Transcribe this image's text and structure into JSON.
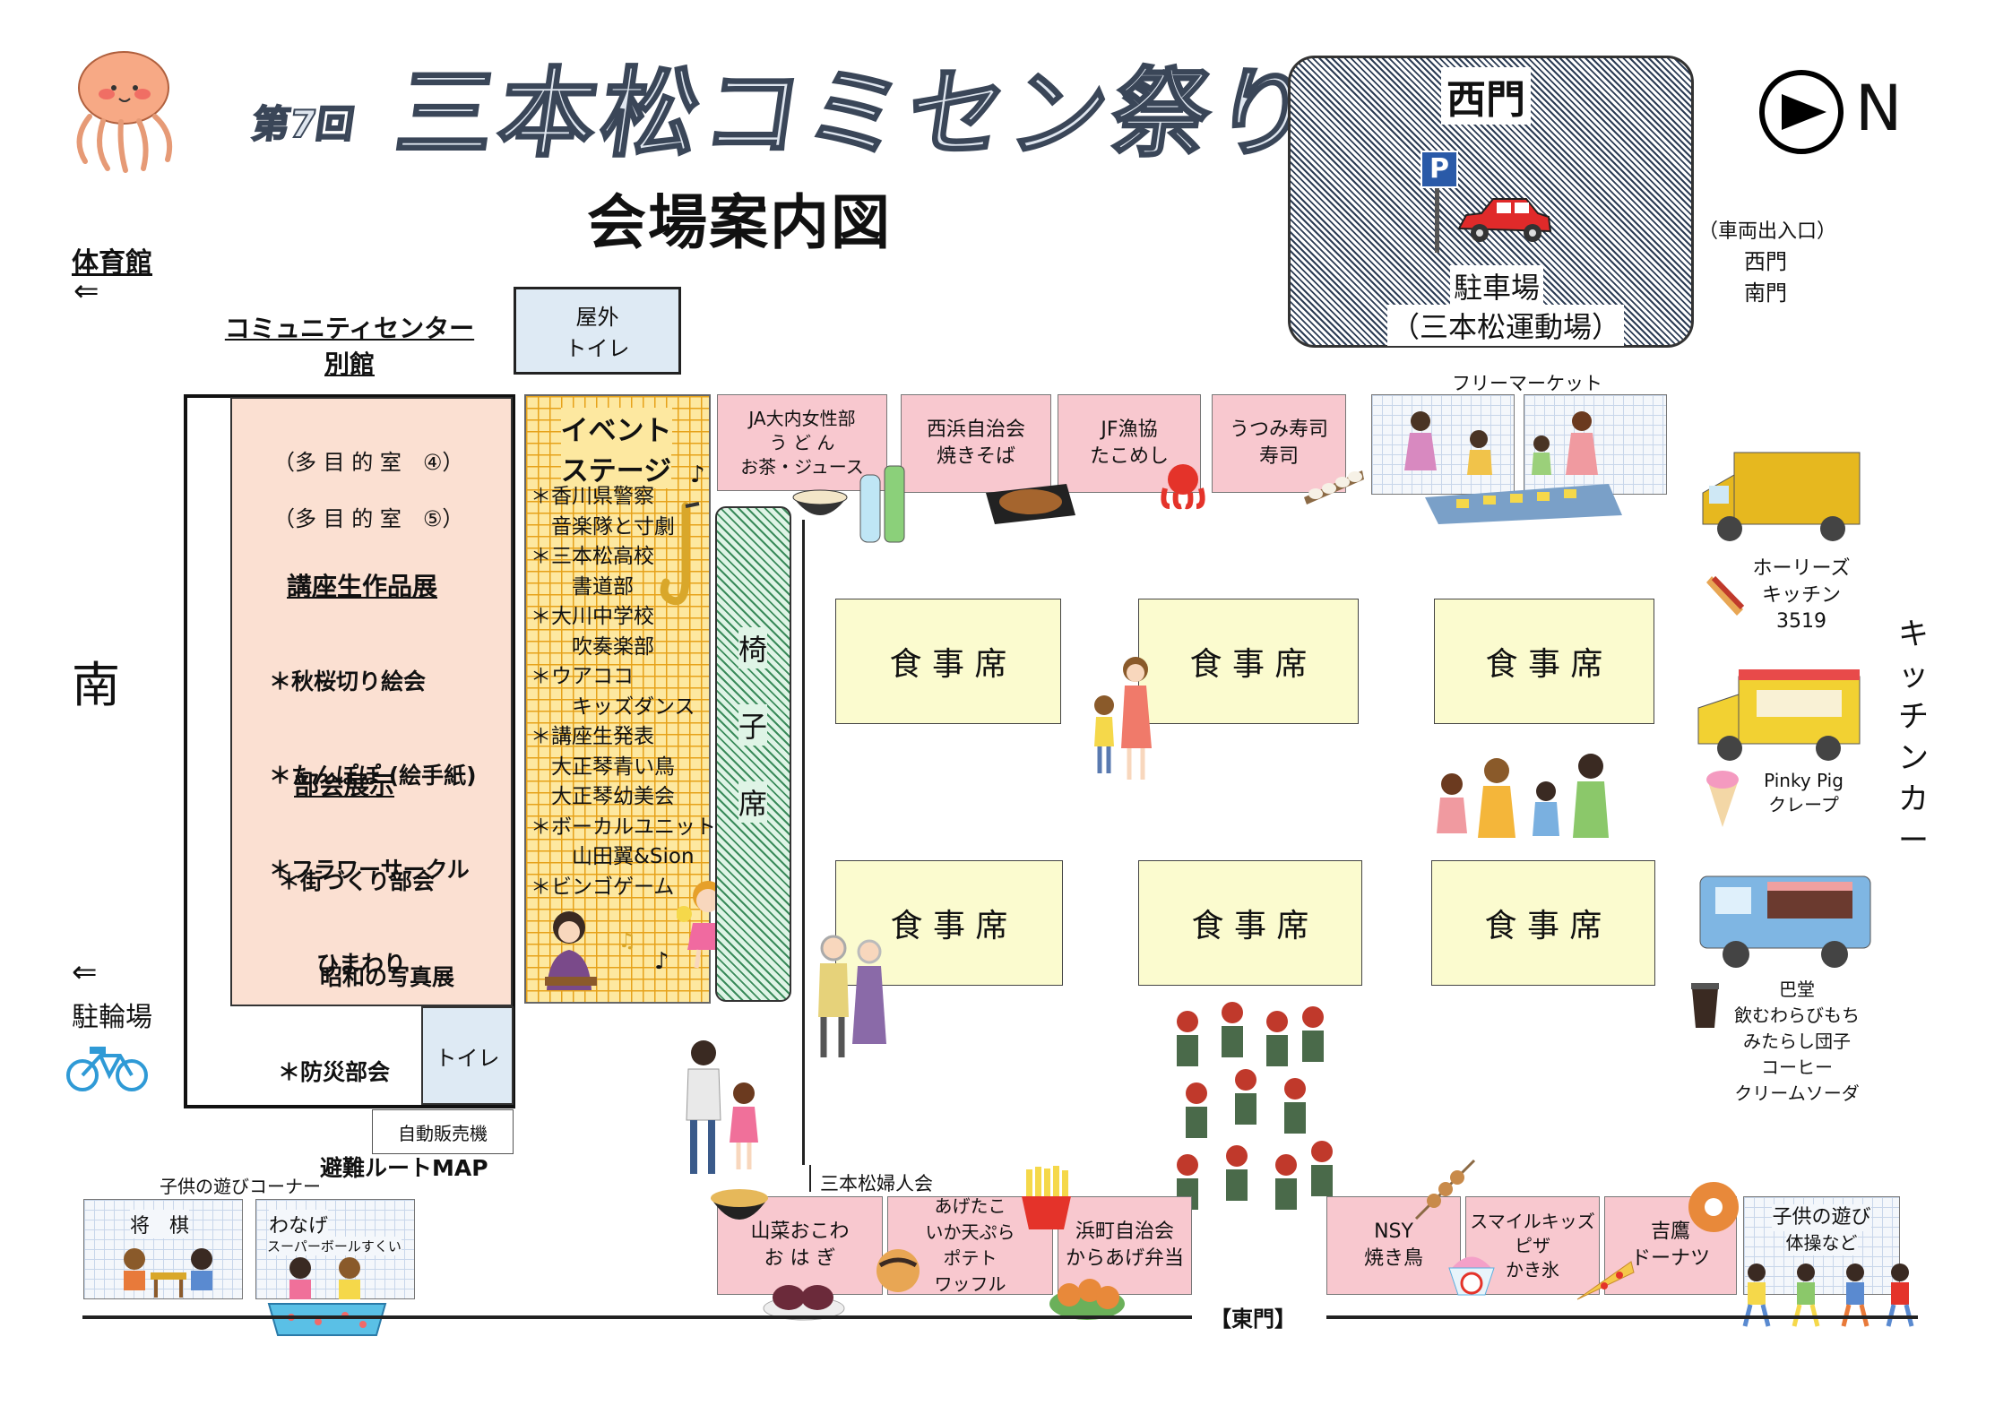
{
  "header": {
    "edition": "第7回",
    "title": "三本松コミセン祭り",
    "subtitle": "会場案内図"
  },
  "compass": {
    "label": "N"
  },
  "directions": {
    "gym": "体育館",
    "gym_arrow": "⇐",
    "south": "南",
    "bike_arrow": "⇐",
    "bike": "駐輪場"
  },
  "parking": {
    "gate": "西門",
    "p_sign": "P",
    "name": "駐車場",
    "sub": "（三本松運動場）"
  },
  "vehicle_entry": {
    "title": "（車両出入口）",
    "gate1": "西門",
    "gate2": "南門"
  },
  "annex": {
    "title1": "コミュニティセンター",
    "title2": "別館",
    "rooms": [
      "（多 目 的 室　④）",
      "（多 目 的 室　⑤）"
    ],
    "exhibit1_title": "講座生作品展",
    "exhibit1_items": [
      "＊秋桜切り絵会",
      "＊たんぽぽ (絵手紙)",
      "＊フラワーサークル",
      "　ひまわり"
    ],
    "exhibit2_title": "部会展示",
    "exhibit2_items": [
      "＊街づくり部会",
      "　昭和の写真展",
      "＊防災部会",
      "　避難ルートMAP"
    ],
    "toilet": "トイレ",
    "vending": "自動販売機"
  },
  "outdoor_toilet": {
    "line1": "屋外",
    "line2": "トイレ"
  },
  "stage": {
    "title1": "イベント",
    "title2": "ステージ",
    "program": [
      "＊香川県警察",
      "　音楽隊と寸劇",
      "＊三本松高校",
      "　　書道部",
      "＊大川中学校",
      "　　吹奏楽部",
      "＊ウアココ",
      "　　キッズダンス",
      "＊講座生発表",
      "　大正琴青い鳥",
      "　大正琴幼美会",
      "＊ボーカルユニット",
      "　　山田翼&Sion",
      "＊ビンゴゲーム"
    ]
  },
  "seats": {
    "chairs": [
      "椅",
      "子",
      "席"
    ],
    "dining_label": "食 事 席"
  },
  "top_stalls": [
    {
      "lines": [
        "JA大内女性部",
        "う ど ん",
        "お茶・ジュース"
      ]
    },
    {
      "lines": [
        "西浜自治会",
        "焼きそば"
      ]
    },
    {
      "lines": [
        "JF漁協",
        "たこめし"
      ]
    },
    {
      "lines": [
        "うつみ寿司",
        "寿司"
      ]
    }
  ],
  "flea_market": {
    "label": "フリーマーケット"
  },
  "kitchen_cars": {
    "vertical_label": [
      "キ",
      "ッ",
      "チ",
      "ン",
      "カ",
      "ー"
    ],
    "cars": [
      {
        "lines": [
          "ホーリーズ",
          "キッチン3519"
        ]
      },
      {
        "lines": [
          "Pinky Pig",
          "クレープ"
        ]
      },
      {
        "lines": [
          "巴堂",
          "飲むわらびもち",
          "みたらし団子",
          "コーヒー",
          "クリームソーダ"
        ]
      }
    ]
  },
  "kids_corner": {
    "label": "子供の遊びコーナー",
    "shogi": "将　棋",
    "wanage": "わなげ",
    "superball": "スーパーボールすくい"
  },
  "bottom_stalls": {
    "group_label": "三本松婦人会",
    "stalls": [
      {
        "lines": [
          "山菜おこわ",
          "お は ぎ"
        ]
      },
      {
        "lines": [
          "あげたこ",
          "いか天ぷら",
          "ポテト",
          "ワッフル"
        ]
      },
      {
        "lines": [
          "浜町自治会",
          "からあげ弁当"
        ]
      },
      {
        "lines": [
          "NSY",
          "焼き鳥"
        ]
      },
      {
        "lines": [
          "スマイルキッズ",
          "ピザ",
          "かき氷"
        ]
      },
      {
        "lines": [
          "吉鷹",
          "ドーナツ"
        ]
      }
    ],
    "kids_play": [
      "子供の遊び",
      "体操など"
    ]
  },
  "east_gate": "【東門】",
  "icons": [
    "jellyfish-icon",
    "compass-arrow-icon",
    "car-icon",
    "truck-icon",
    "bicycle-icon",
    "saxophone-icon",
    "music-note-icon",
    "people-icon",
    "food-icon"
  ],
  "colors": {
    "stall_pink": "#f8c8cf",
    "annex_peach": "#fbe0d2",
    "dining_yellow": "#fbfbcf",
    "toilet_blue": "#deeaf4",
    "stage_yellow": "#fde8a0",
    "title_navy": "#3a4658"
  }
}
